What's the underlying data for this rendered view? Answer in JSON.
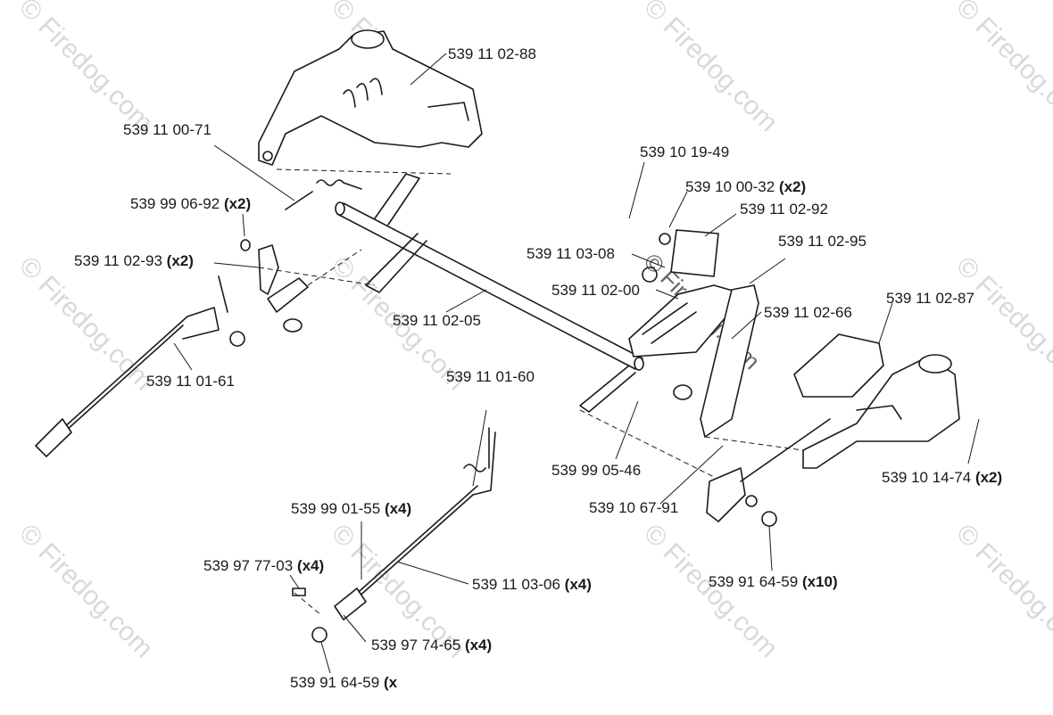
{
  "watermark": "© Firedog.com",
  "labels": [
    {
      "part": "539 11 02-88",
      "qty": ""
    },
    {
      "part": "539 11 00-71",
      "qty": ""
    },
    {
      "part": "539 99 06-92",
      "qty": "(x2)"
    },
    {
      "part": "539 11 02-93",
      "qty": "(x2)"
    },
    {
      "part": "539 11 01-61",
      "qty": ""
    },
    {
      "part": "539 11 02-05",
      "qty": ""
    },
    {
      "part": "539 10 19-49",
      "qty": ""
    },
    {
      "part": "539 10 00-32",
      "qty": "(x2)"
    },
    {
      "part": "539 11 02-92",
      "qty": ""
    },
    {
      "part": "539 11 03-08",
      "qty": ""
    },
    {
      "part": "539 11 02-95",
      "qty": ""
    },
    {
      "part": "539 11 02-00",
      "qty": ""
    },
    {
      "part": "539 11 02-66",
      "qty": ""
    },
    {
      "part": "539 11 02-87",
      "qty": ""
    },
    {
      "part": "539 11 01-60",
      "qty": ""
    },
    {
      "part": "539 99 05-46",
      "qty": ""
    },
    {
      "part": "539 10 14-74",
      "qty": "(x2)"
    },
    {
      "part": "539 10 67-91",
      "qty": ""
    },
    {
      "part": "539 99 01-55",
      "qty": "(x4)"
    },
    {
      "part": "539 97 77-03",
      "qty": "(x4)"
    },
    {
      "part": "539 11 03-06",
      "qty": "(x4)"
    },
    {
      "part": "539 97 74-65",
      "qty": "(x4)"
    },
    {
      "part": "539 91 64-59",
      "qty": "(x10)"
    },
    {
      "part": "539 91 64-59",
      "qty": "(x"
    }
  ]
}
